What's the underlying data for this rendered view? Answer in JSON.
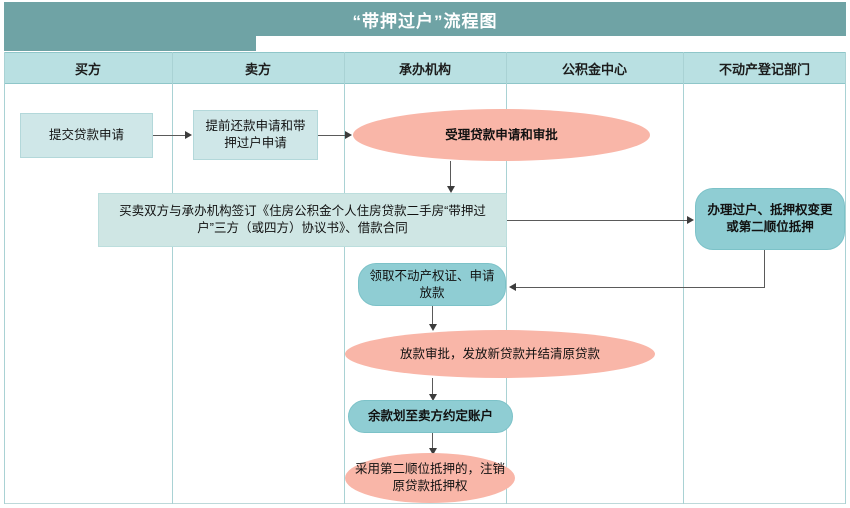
{
  "title": "“带押过户”流程图",
  "lanes": [
    {
      "label": "买方"
    },
    {
      "label": "卖方"
    },
    {
      "label": "承办机构"
    },
    {
      "label": "公积金中心"
    },
    {
      "label": "不动产登记部门"
    }
  ],
  "nodes": {
    "loan_application": "提交贷款申请",
    "prepay_and_transfer": "提前还款申请和带押过户申请",
    "accept_and_approve": "受理贷款申请和审批",
    "sign_agreement": "买卖双方与承办机构签订《住房公积金个人住房贷款二手房“带押过户”三方（或四方）协议书》、借款合同",
    "registration": "办理过户、抵押权变更或第二顺位抵押",
    "collect_certificate": "领取不动产权证、申请放款",
    "disburse_approval": "放款审批，发放新贷款并结清原贷款",
    "remit_balance": "余款划至卖方约定账户",
    "cancel_mortgage": "采用第二顺位抵押的，注销原贷款抵押权"
  },
  "colors": {
    "banner": "#6fa3a5",
    "lane_header": "#b9e0e2",
    "rect_fill": "#cfe7e8",
    "wide_rect_fill": "#cfe6e4",
    "round_fill": "#8fcdd3",
    "ellipse_fill": "#f9b6a8",
    "connector": "#5a5a5a"
  }
}
